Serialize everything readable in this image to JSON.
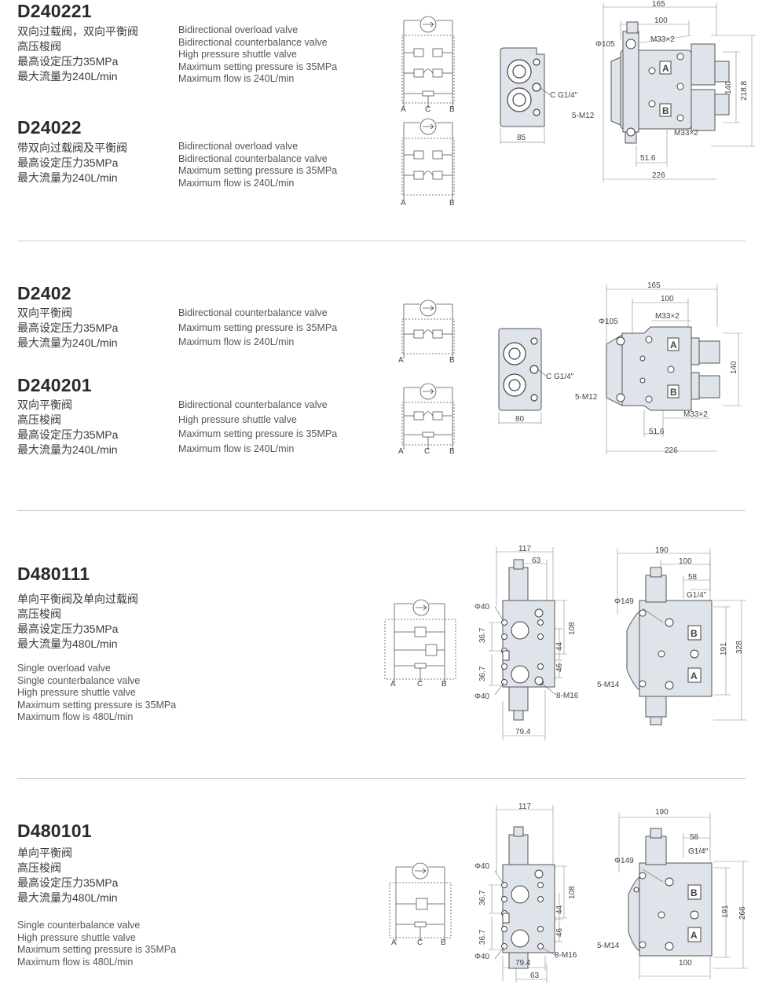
{
  "products": [
    {
      "code": "D240221",
      "cn": [
        "双向过载阀，双向平衡阀",
        "高压梭阀",
        "最高设定压力35MPa",
        "最大流量为240L/min"
      ],
      "en": [
        "Bidirectional overload valve",
        "Bidirectional counterbalance valve",
        "High pressure shuttle valve",
        "Maximum setting pressure is 35MPa",
        "Maximum flow is 240L/min"
      ],
      "ports": [
        "A",
        "C",
        "B"
      ]
    },
    {
      "code": "D24022",
      "cn": [
        "带双向过载阀及平衡阀",
        "最高设定压力35MPa",
        "最大流量为240L/min"
      ],
      "en": [
        "Bidirectional overload valve",
        "Bidirectional counterbalance valve",
        "Maximum setting pressure is 35MPa",
        "Maximum flow is 240L/min"
      ],
      "ports": [
        "A",
        "B"
      ]
    },
    {
      "code": "D2402",
      "cn": [
        "双向平衡阀",
        "最高设定压力35MPa",
        "最大流量为240L/min"
      ],
      "en": [
        "Bidirectional counterbalance valve",
        "Maximum setting pressure is 35MPa",
        "Maximum flow is 240L/min"
      ],
      "ports": [
        "A",
        "B"
      ]
    },
    {
      "code": "D240201",
      "cn": [
        "双向平衡阀",
        "高压梭阀",
        "最高设定压力35MPa",
        "最大流量为240L/min"
      ],
      "en": [
        "Bidirectional counterbalance valve",
        "High pressure shuttle valve",
        "Maximum setting pressure is 35MPa",
        "Maximum flow is 240L/min"
      ],
      "ports": [
        "A",
        "C",
        "B"
      ]
    },
    {
      "code": "D480111",
      "cn": [
        "单向平衡阀及单向过载阀",
        "高压梭阀",
        "最高设定压力35MPa",
        "最大流量为480L/min"
      ],
      "en": [
        "Single overload valve",
        "Single counterbalance valve",
        "High pressure shuttle valve",
        "Maximum setting pressure is 35MPa",
        "Maximum flow is 480L/min"
      ],
      "ports": [
        "A",
        "C",
        "B"
      ]
    },
    {
      "code": "D480101",
      "cn": [
        "单向平衡阀",
        "高压梭阀",
        "最高设定压力35MPa",
        "最大流量为480L/min"
      ],
      "en": [
        "Single counterbalance valve",
        "High pressure shuttle valve",
        "Maximum setting pressure is 35MPa",
        "Maximum flow is 480L/min"
      ],
      "ports": [
        "A",
        "C",
        "B"
      ]
    }
  ],
  "drawings": {
    "d1": {
      "front_width": "85",
      "port": "C G1/4\"",
      "overall": "165",
      "inner": "100",
      "thread_top": "M33×2",
      "thread_bottom": "M33×2",
      "bore": "Φ105",
      "bolt": "5-M12",
      "height_a": "140",
      "height_b": "218.8",
      "offset": "51.6",
      "length": "226",
      "port_a": "A",
      "port_b": "B"
    },
    "d2": {
      "front_width": "80",
      "port": "C G1/4\"",
      "overall": "165",
      "inner": "100",
      "thread_top": "M33×2",
      "thread_bottom": "M33×2",
      "bore": "Φ105",
      "bolt": "5-M12",
      "height_a": "140",
      "offset": "51.6",
      "length": "226",
      "port_a": "A",
      "port_b": "B"
    },
    "d3": {
      "top_width": "117",
      "top_inner": "63",
      "bore_top": "Φ40",
      "bore_bottom": "Φ40",
      "pitch_a": "36.7",
      "pitch_b": "36.7",
      "dim_108": "108",
      "dim_44": "44",
      "dim_46": "46",
      "bolt": "8-M16",
      "bottom_width": "79.4",
      "side_overall": "190",
      "side_inner": "100",
      "side_58": "58",
      "side_port": "G1/4\"",
      "side_bore": "Φ149",
      "side_191": "191",
      "side_height": "328",
      "side_bolt": "5-M14",
      "port_a": "A",
      "port_b": "B"
    },
    "d4": {
      "top_width": "117",
      "bore_top": "Φ40",
      "bore_bottom": "Φ40",
      "pitch_a": "36.7",
      "pitch_b": "36.7",
      "dim_108": "108",
      "dim_44": "44",
      "dim_46": "46",
      "bolt": "8-M16",
      "bottom_width": "79.4",
      "bottom_inner": "63",
      "side_overall": "190",
      "side_58": "58",
      "side_port": "G1/4\"",
      "side_bore": "Φ149",
      "side_191": "191",
      "side_height": "266",
      "side_bolt": "5-M14",
      "side_bottom": "100",
      "port_a": "A",
      "port_b": "B"
    }
  },
  "colors": {
    "body_fill": "#dfe3ea",
    "line": "#555555",
    "text": "#333333",
    "divider": "#cfcfcf"
  }
}
